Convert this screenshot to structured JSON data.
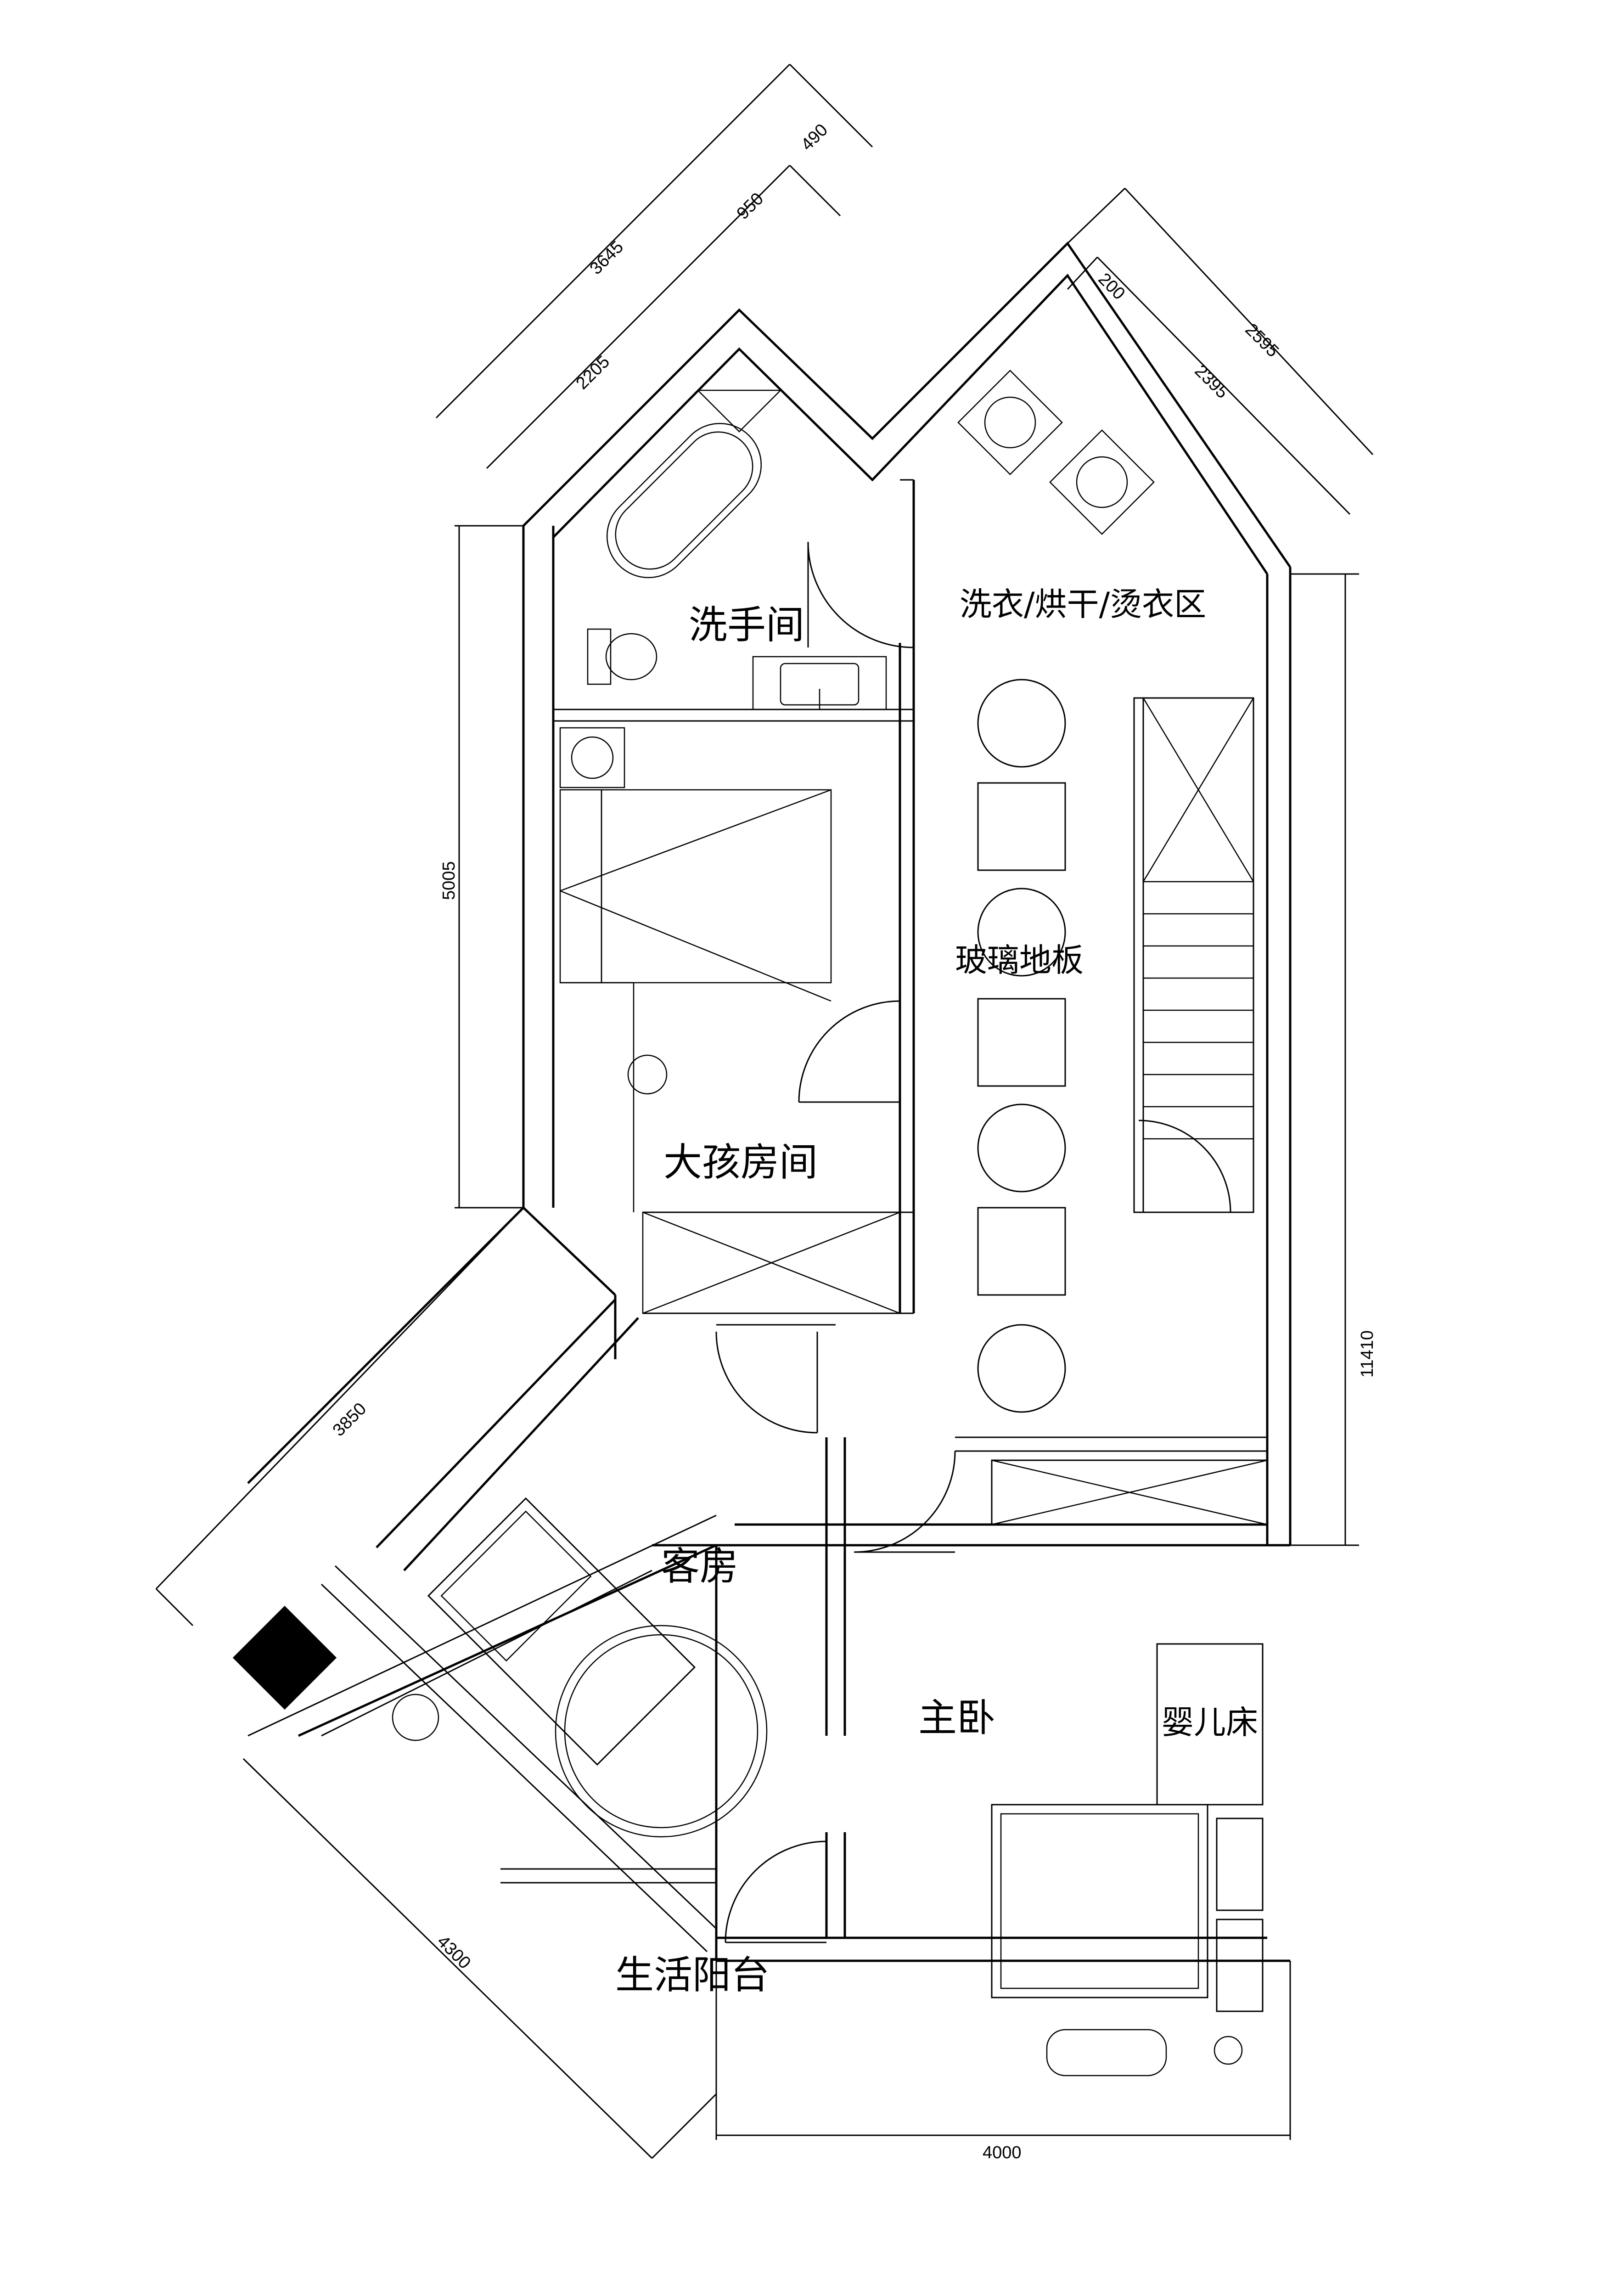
{
  "rooms": {
    "bathroom": "洗手间",
    "laundry": "洗衣/烘干/烫衣区",
    "glass_floor": "玻璃地板",
    "elder_child_room": "大孩房间",
    "guest_room": "客房",
    "master_bedroom": "主卧",
    "crib": "婴儿床",
    "utility_balcony": "生活阳台"
  },
  "dimensions": {
    "top_total": "3645",
    "top_seg_a": "2205",
    "top_seg_b": "950",
    "top_seg_c": "490",
    "right_top_total": "2595",
    "right_top_a": "200",
    "right_top_b": "2395",
    "left_height": "5005",
    "right_height": "11410",
    "left_diag_upper": "3850",
    "left_diag_lower": "4300",
    "bottom_width": "4000"
  }
}
